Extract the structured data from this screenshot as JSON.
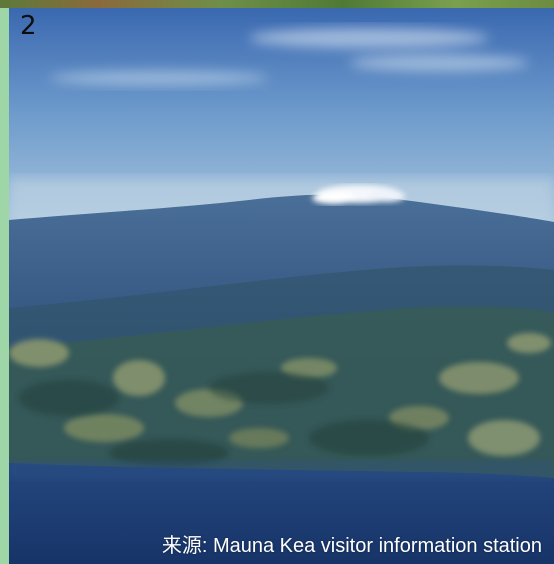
{
  "panel": {
    "number": "2"
  },
  "caption": {
    "text": "来源: Mauna Kea visitor information station"
  },
  "image": {
    "subject": "aerial-view-mountain",
    "colors": {
      "sky_top": "#3f6fb6",
      "sky_bottom": "#a9c6dc",
      "mountain": "#2c4e7a",
      "forest": "#3b5c4a",
      "sea": "#1d3f78",
      "frame": "#9ed6a8"
    }
  }
}
